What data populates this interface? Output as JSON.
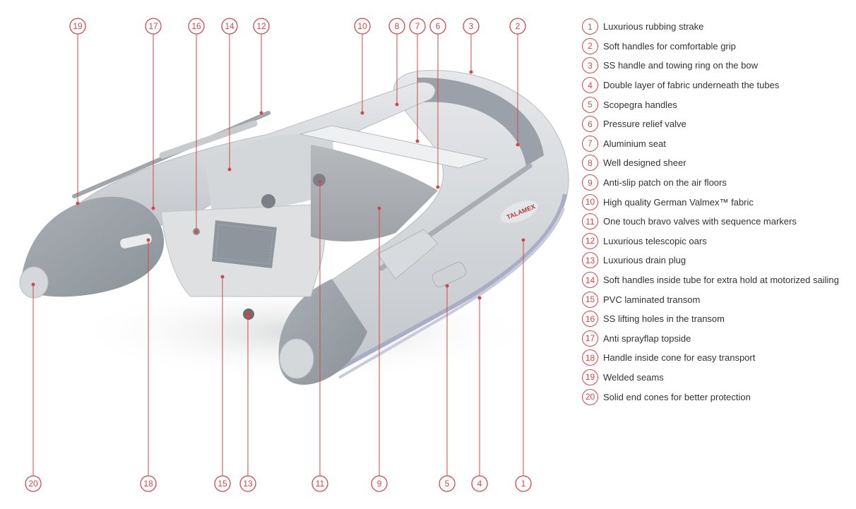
{
  "colors": {
    "accent": "#cf4a4a",
    "text": "#333333",
    "leader": "#cf4a4a"
  },
  "image": {
    "subject": "inflatable-boat-illustration"
  },
  "callouts": [
    {
      "num": "1",
      "label": "Luxurious rubbing strake"
    },
    {
      "num": "2",
      "label": "Soft handles for comfortable grip"
    },
    {
      "num": "3",
      "label": "SS handle and towing ring on the bow"
    },
    {
      "num": "4",
      "label": "Double layer of fabric underneath the tubes"
    },
    {
      "num": "5",
      "label": "Scopegra handles"
    },
    {
      "num": "6",
      "label": "Pressure relief valve"
    },
    {
      "num": "7",
      "label": "Aluminium seat"
    },
    {
      "num": "8",
      "label": "Well designed sheer"
    },
    {
      "num": "9",
      "label": "Anti-slip patch on the air floors"
    },
    {
      "num": "10",
      "label": "High quality German Valmex™ fabric"
    },
    {
      "num": "11",
      "label": "One touch bravo valves with sequence markers"
    },
    {
      "num": "12",
      "label": "Luxurious telescopic oars"
    },
    {
      "num": "13",
      "label": "Luxurious drain plug"
    },
    {
      "num": "14",
      "label": "Soft handles inside tube for extra hold at motorized sailing"
    },
    {
      "num": "15",
      "label": "PVC laminated transom"
    },
    {
      "num": "16",
      "label": "SS lifting holes in the transom"
    },
    {
      "num": "17",
      "label": "Anti sprayflap topside"
    },
    {
      "num": "18",
      "label": "Handle inside cone for easy transport"
    },
    {
      "num": "19",
      "label": "Welded seams"
    },
    {
      "num": "20",
      "label": "Solid end cones for better protection"
    }
  ],
  "boat_logo": "TALAMEX"
}
